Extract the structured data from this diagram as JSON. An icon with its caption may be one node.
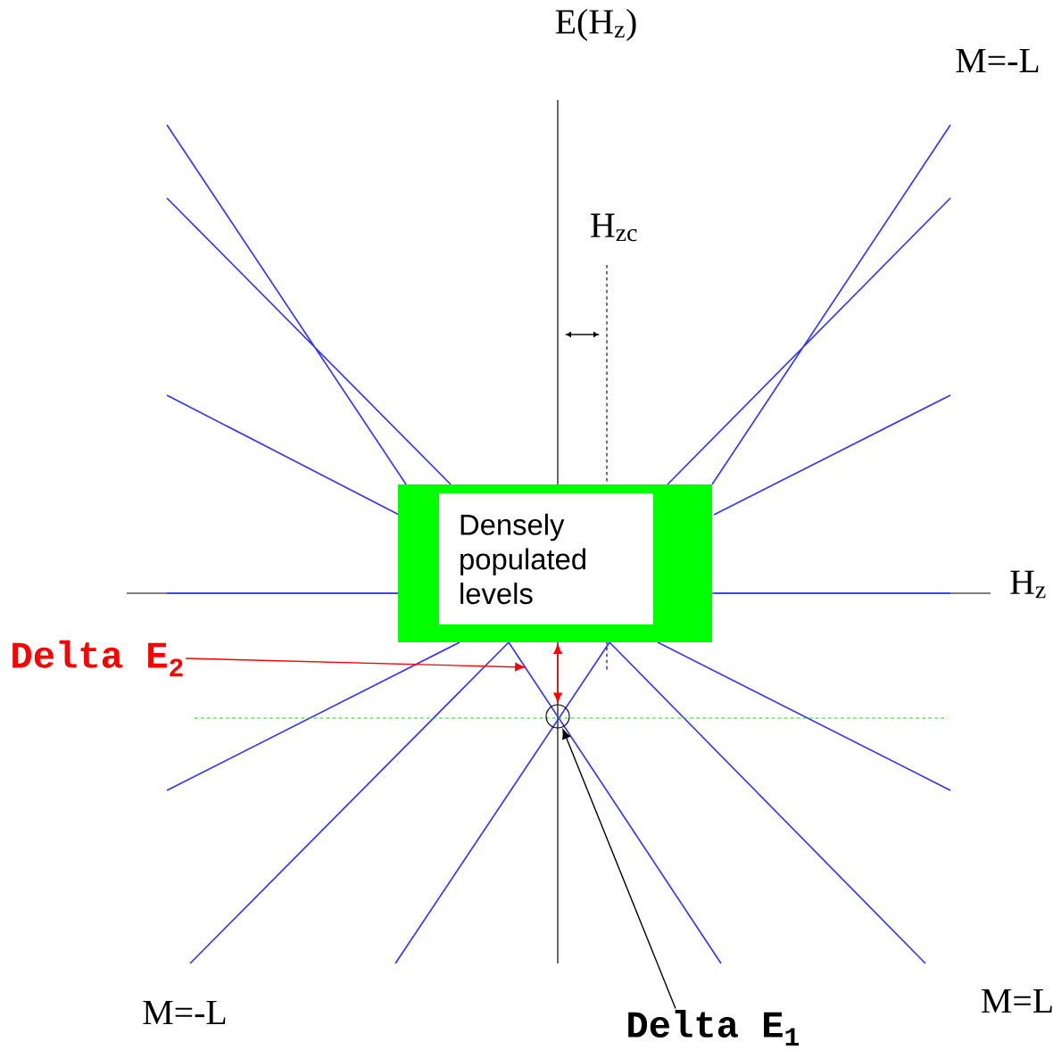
{
  "diagram": {
    "nodes": [
      {
        "text": [],
        "shape": "box"
      },
      {
        "text": [
          "Densely populated levels"
        ],
        "in": 0
      },
      {
        "text": [
          "**Delta E$_{2}$**"
        ]
      },
      {
        "text": [],
        "shape": "circle"
      },
      {
        "text": [
          "**Delta E$_{1}$**"
        ]
      }
    ],
    "edges": [
      {
        "from": 0,
        "to": 3,
        "arrow": "both",
        "color": "#ff0000"
      },
      {
        "from": 2,
        "to": null,
        "arrow": "to",
        "color": "#ff0000"
      },
      {
        "from": 4,
        "to": 3,
        "arrow": "to",
        "color": "#000000"
      }
    ],
    "labels": [
      "E(H$_{z}$)",
      "M=-L",
      "H$_{zc}$",
      "H$_{z}$",
      "M=-L",
      "M=L"
    ]
  }
}
